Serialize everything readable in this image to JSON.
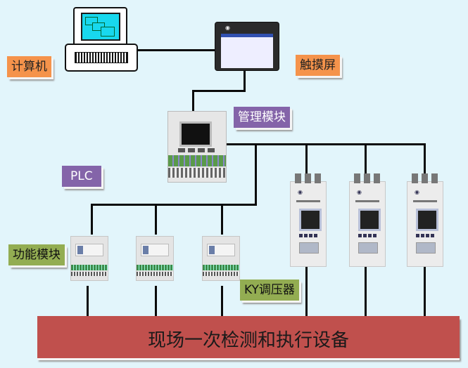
{
  "labels": {
    "computer": "计算机",
    "touchscreen": "触摸屏",
    "management_module": "管理模块",
    "plc": "PLC",
    "function_module": "功能模块",
    "ky_regulator": "KY调压器",
    "field_equipment": "现场一次检测和执行设备"
  },
  "colors": {
    "background": "#e2f5fb",
    "orange_label": "#f5934b",
    "purple_label": "#8464a9",
    "green_label": "#93ad52",
    "field_bar": "#c0504d",
    "wire": "#0a0a0a"
  },
  "nodes": [
    {
      "id": "computer",
      "type": "pc"
    },
    {
      "id": "touchscreen",
      "type": "hmi"
    },
    {
      "id": "management_module",
      "type": "plc-cpu"
    },
    {
      "id": "function_module_1",
      "type": "io-module"
    },
    {
      "id": "function_module_2",
      "type": "io-module"
    },
    {
      "id": "function_module_3",
      "type": "io-module"
    },
    {
      "id": "ky_regulator_1",
      "type": "power-regulator"
    },
    {
      "id": "ky_regulator_2",
      "type": "power-regulator"
    },
    {
      "id": "ky_regulator_3",
      "type": "power-regulator"
    },
    {
      "id": "field_equipment",
      "type": "field-bus"
    }
  ],
  "edges": [
    [
      "computer",
      "touchscreen"
    ],
    [
      "touchscreen",
      "management_module"
    ],
    [
      "management_module",
      "function_module_1"
    ],
    [
      "management_module",
      "function_module_2"
    ],
    [
      "management_module",
      "function_module_3"
    ],
    [
      "management_module",
      "ky_regulator_1"
    ],
    [
      "management_module",
      "ky_regulator_2"
    ],
    [
      "management_module",
      "ky_regulator_3"
    ],
    [
      "function_module_1",
      "field_equipment"
    ],
    [
      "function_module_2",
      "field_equipment"
    ],
    [
      "function_module_3",
      "field_equipment"
    ],
    [
      "ky_regulator_1",
      "field_equipment"
    ],
    [
      "ky_regulator_2",
      "field_equipment"
    ],
    [
      "ky_regulator_3",
      "field_equipment"
    ]
  ]
}
